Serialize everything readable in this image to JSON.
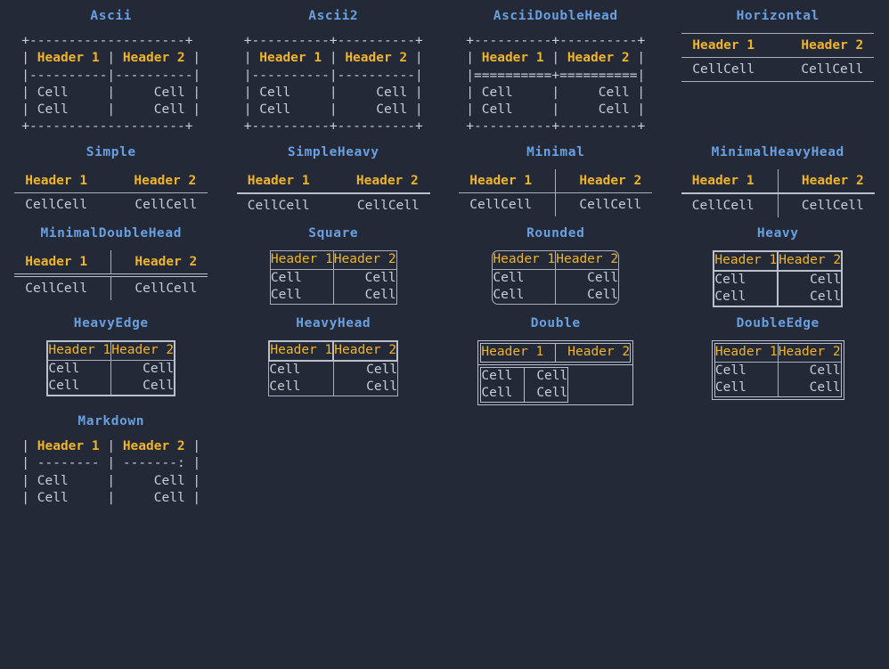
{
  "theme": {
    "background": "#232936",
    "title_color": "#6a9fe0",
    "header_color": "#f0b429",
    "cell_color": "#c9cdd6",
    "line_color": "#a9b0bd",
    "heavy_line_color": "#b9c0cc"
  },
  "labels": {
    "header1": "Header 1",
    "header2": "Header 2",
    "cell": "Cell"
  },
  "tables": [
    {
      "id": "ascii",
      "title": "Ascii",
      "style": "ascii",
      "lines": [
        "+--------------------+",
        "| Header 1 | Header 2 |",
        "|----------|----------|",
        "| Cell     |     Cell |",
        "| Cell     |     Cell |",
        "+--------------------+"
      ]
    },
    {
      "id": "ascii2",
      "title": "Ascii2",
      "style": "ascii",
      "lines": [
        "+----------+----------+",
        "| Header 1 | Header 2 |",
        "|----------|----------|",
        "| Cell     |     Cell |",
        "| Cell     |     Cell |",
        "+----------+----------+"
      ]
    },
    {
      "id": "ascii-double-head",
      "title": "AsciiDoubleHead",
      "style": "ascii",
      "lines": [
        "+----------+----------+",
        "| Header 1 | Header 2 |",
        "|==========+==========|",
        "| Cell     |     Cell |",
        "| Cell     |     Cell |",
        "+----------+----------+"
      ]
    },
    {
      "id": "horizontal",
      "title": "Horizontal",
      "style": "horizontal"
    },
    {
      "id": "simple",
      "title": "Simple",
      "style": "simple"
    },
    {
      "id": "simple-heavy",
      "title": "SimpleHeavy",
      "style": "simple-heavy"
    },
    {
      "id": "minimal",
      "title": "Minimal",
      "style": "minimal"
    },
    {
      "id": "minimal-heavy-head",
      "title": "MinimalHeavyHead",
      "style": "minimal-heavy-head"
    },
    {
      "id": "minimal-double-head",
      "title": "MinimalDoubleHead",
      "style": "minimal-double-head"
    },
    {
      "id": "square",
      "title": "Square",
      "style": "square"
    },
    {
      "id": "rounded",
      "title": "Rounded",
      "style": "rounded"
    },
    {
      "id": "heavy",
      "title": "Heavy",
      "style": "heavy"
    },
    {
      "id": "heavy-edge",
      "title": "HeavyEdge",
      "style": "heavy-edge"
    },
    {
      "id": "heavy-head",
      "title": "HeavyHead",
      "style": "heavy-head"
    },
    {
      "id": "double",
      "title": "Double",
      "style": "double"
    },
    {
      "id": "double-edge",
      "title": "DoubleEdge",
      "style": "double-edge"
    },
    {
      "id": "markdown",
      "title": "Markdown",
      "style": "ascii",
      "lines": [
        "| Header 1 | Header 2 |",
        "| -------- | -------: |",
        "| Cell     |     Cell |",
        "| Cell     |     Cell |"
      ]
    }
  ]
}
